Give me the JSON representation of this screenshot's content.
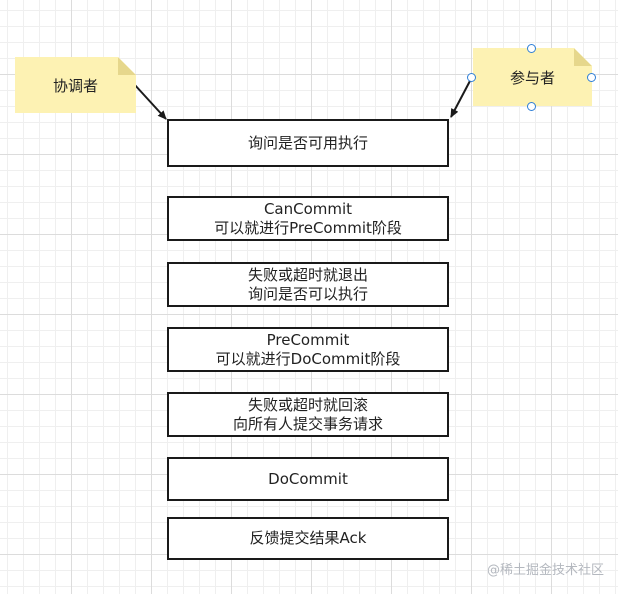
{
  "notes": {
    "coordinator": "协调者",
    "participant": "参与者"
  },
  "steps": [
    {
      "line1": "询问是否可用执行",
      "line2": ""
    },
    {
      "line1": "CanCommit",
      "line2": "可以就进行PreCommit阶段"
    },
    {
      "line1": "失败或超时就退出",
      "line2": "询问是否可以执行"
    },
    {
      "line1": "PreCommit",
      "line2": "可以就进行DoCommit阶段"
    },
    {
      "line1": "失败或超时就回滚",
      "line2": "向所有人提交事务请求"
    },
    {
      "line1": "DoCommit",
      "line2": ""
    },
    {
      "line1": "反馈提交结果Ack",
      "line2": ""
    }
  ],
  "watermark": "@稀土掘金技术社区",
  "colors": {
    "note_fill": "#fdf2b3",
    "box_border": "#1a1a1a",
    "selection_handle": "#2f7fd6"
  }
}
